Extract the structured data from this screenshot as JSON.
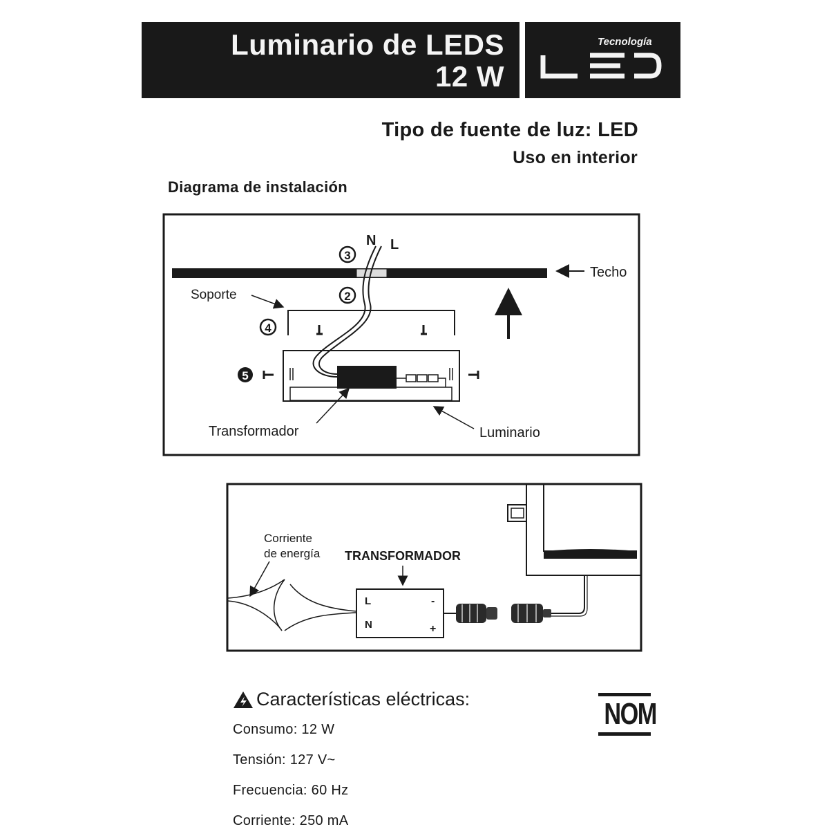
{
  "header": {
    "title_line1": "Luminario de LEDS",
    "title_line2": "12 W",
    "logo_caption": "Tecnología",
    "logo_text": "LED"
  },
  "light_source": "Tipo de fuente de luz: LED",
  "usage": "Uso en interior",
  "installation": {
    "heading": "Diagrama de instalación",
    "labels": {
      "neutral": "N",
      "live": "L",
      "ceiling": "Techo",
      "bracket": "Soporte",
      "transformer": "Transformador",
      "luminaire": "Luminario"
    },
    "steps": [
      "③",
      "②",
      "④",
      "⑤"
    ]
  },
  "wiring": {
    "power_label_line1": "Corriente",
    "power_label_line2": "de energía",
    "transformer_title": "TRANSFORMADOR",
    "terminal_l": "L",
    "terminal_n": "N",
    "terminal_minus": "-",
    "terminal_plus": "+"
  },
  "electrical": {
    "title": "Características eléctricas:",
    "consumption": "Consumo: 12 W",
    "voltage": "Tensión: 127 V~",
    "frequency": "Frecuencia: 60 Hz",
    "current": "Corriente: 250 mA"
  },
  "certification": "NOM"
}
